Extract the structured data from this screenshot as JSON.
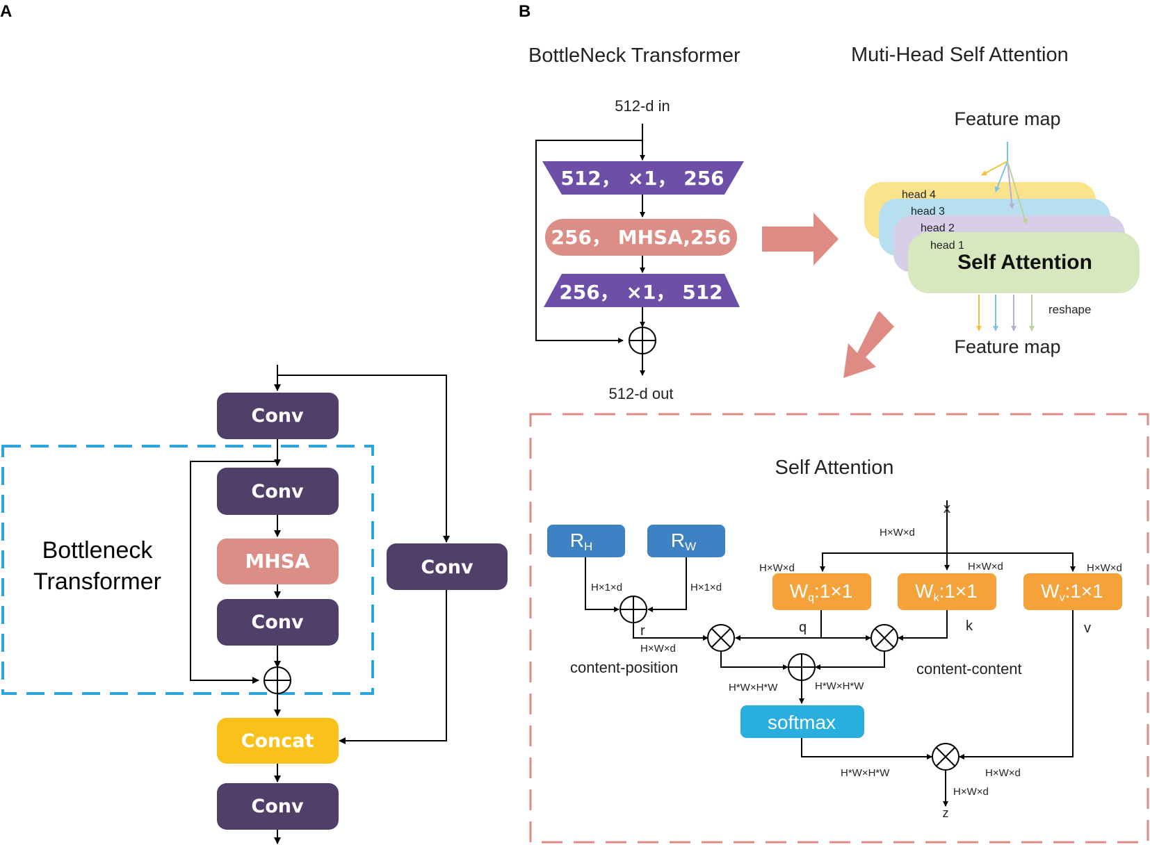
{
  "panel_a": {
    "letter": "A",
    "conv_top": "Conv",
    "conv_inner1": "Conv",
    "mhsa": "MHSA",
    "conv_inner2": "Conv",
    "conv_side": "Conv",
    "concat": "Concat",
    "conv_bottom": "Conv",
    "region_label_line1": "Bottleneck",
    "region_label_line2": "Transformer"
  },
  "panel_b": {
    "letter": "B",
    "bot_title": "BottleNeck Transformer",
    "mhsa_title": "Muti-Head Self Attention",
    "in_label": "512-d in",
    "out_label": "512-d out",
    "block1": "512， ×1， 256",
    "block2": "256， MHSA,256",
    "block3": "256， ×1， 512",
    "feature_map_top": "Feature  map",
    "feature_map_bottom": "Feature  map",
    "heads": [
      "head 4",
      "head 3",
      "head 2",
      "head 1"
    ],
    "self_attention_card": "Self Attention",
    "reshape": "reshape",
    "detail": {
      "title": "Self Attention",
      "x": "x",
      "hwd_top": "H×W×d",
      "rh_main": "R",
      "rh_sub": "H",
      "rw_main": "R",
      "rw_sub": "W",
      "wq_main": "W",
      "wq_sub": "q",
      "wq_rest": ":1×1",
      "wk_main": "W",
      "wk_sub": "k",
      "wk_rest": ":1×1",
      "wv_main": "W",
      "wv_sub": "v",
      "wv_rest": ":1×1",
      "hwd_wq": "H×W×d",
      "hwd_wk": "H×W×d",
      "hwd_wv": "H×W×d",
      "h1d_left": "H×1×d",
      "h1d_right": "H×1×d",
      "r": "r",
      "q": "q",
      "k": "k",
      "v": "v",
      "hwd_r": "H×W×d",
      "content_position": "content-position",
      "content_content": "content-content",
      "hwhw_left": "H*W×H*W",
      "hwhw_right": "H*W×H*W",
      "softmax": "softmax",
      "hwhw_bottom": "H*W×H*W",
      "hwd_v": "H×W×d",
      "hwd_z": "H×W×d",
      "z": "z"
    }
  },
  "colors": {
    "purple": "#4f3f69",
    "salmon": "#dc8e86",
    "yellow": "#fbc11b",
    "cyan": "#29aee0",
    "blue": "#3e82c4",
    "orange": "#f5a23a",
    "pink_arrow": "#e08a84",
    "dashed_blue": "#2aa6de",
    "dashed_red": "#e08a84"
  }
}
